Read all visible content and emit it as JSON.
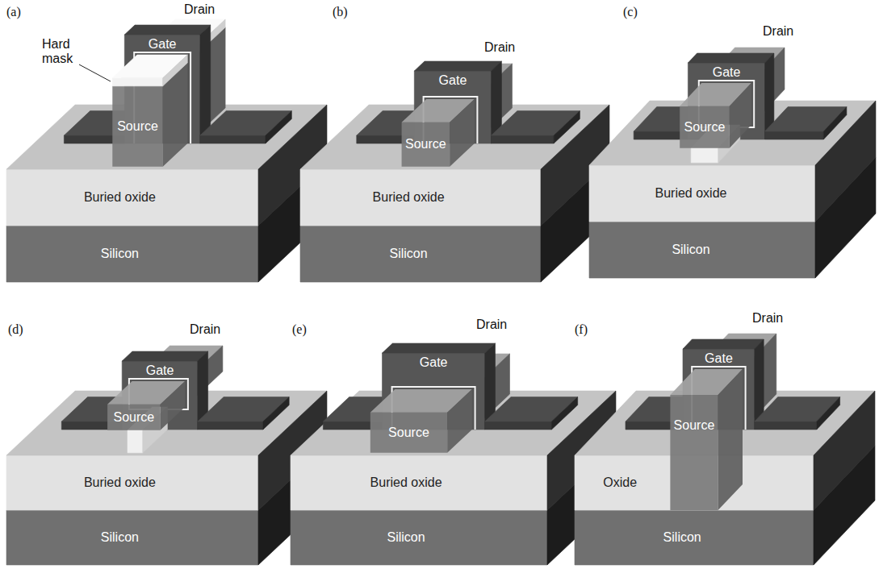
{
  "diagram": {
    "labels": [
      "(a)",
      "Drain",
      "Hard mask",
      "Gate",
      "Source",
      "Buried oxide",
      "Silicon",
      "(b)",
      "Drain",
      "Gate",
      "Source",
      "Buried oxide",
      "Silicon",
      "(c)",
      "Drain",
      "Gate",
      "Source",
      "Buried oxide",
      "Silicon",
      "(d)",
      "Drain",
      "Gate",
      "Source",
      "Buried oxide",
      "Silicon",
      "(e)",
      "Drain",
      "Gate",
      "Source",
      "Buried oxide",
      "Silicon",
      "(f)",
      "Drain",
      "Gate",
      "Source",
      "Oxide",
      "Silicon"
    ]
  }
}
